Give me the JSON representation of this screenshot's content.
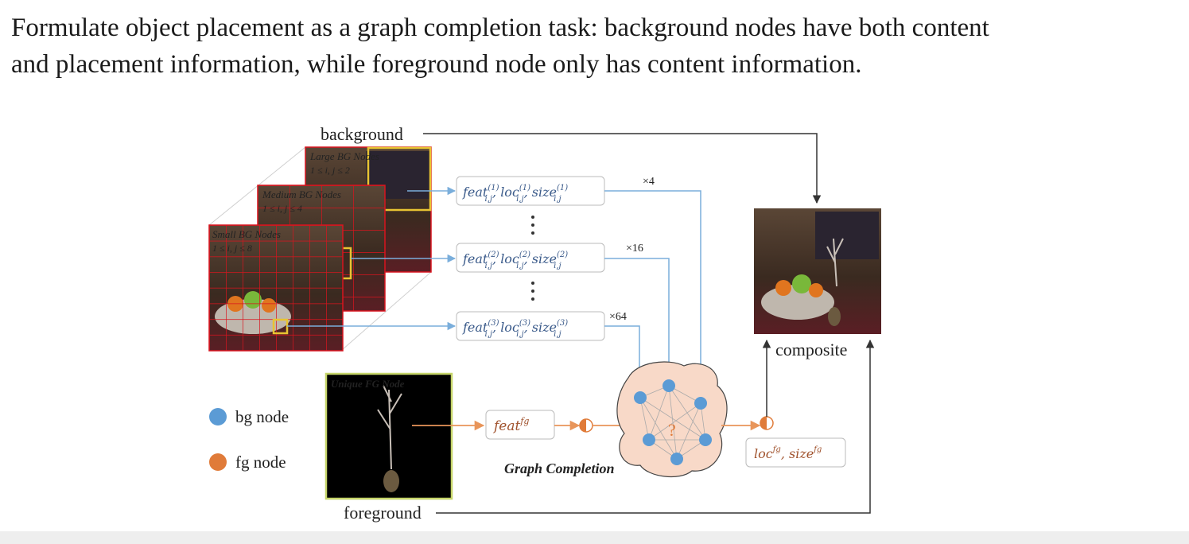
{
  "slide": {
    "heading_line1": "Formulate object placement as a graph completion task: background nodes have both content",
    "heading_line2": "and placement information, while foreground node only has content information."
  },
  "diagram": {
    "background_label": "background",
    "foreground_label": "foreground",
    "composite_label": "composite",
    "graph_completion_label": "Graph Completion",
    "legend": {
      "bg": "bg node",
      "fg": "fg node"
    },
    "large_bg": {
      "title": "Large BG Nodes",
      "range": "1 ≤ i, j ≤ 2"
    },
    "medium_bg": {
      "title": "Medium BG Nodes",
      "range": "1 ≤ i, j ≤ 4"
    },
    "small_bg": {
      "title": "Small BG Nodes",
      "range": "1 ≤ i, j ≤ 8"
    },
    "fg_panel_title": "Unique FG Node",
    "feature_boxes": [
      {
        "feat": "feat",
        "loc": "loc",
        "size": "size",
        "sup": "(1)",
        "sub": "i,j",
        "comma": ", ",
        "multiplier": "×4"
      },
      {
        "feat": "feat",
        "loc": "loc",
        "size": "size",
        "sup": "(2)",
        "sub": "i,j",
        "comma": ", ",
        "multiplier": "×16"
      },
      {
        "feat": "feat",
        "loc": "loc",
        "size": "size",
        "sup": "(3)",
        "sub": "i,j",
        "comma": ", ",
        "multiplier": "×64"
      }
    ],
    "fg_feat": {
      "base": "feat",
      "sup": "fg"
    },
    "output": {
      "loc": "loc",
      "size": "size",
      "sup": "fg",
      "comma": ", "
    },
    "question_mark": "?"
  },
  "colors": {
    "bg_node": "#5b9bd5",
    "fg_node": "#e07b39",
    "arrow_blue": "#7aaedb",
    "arrow_orange": "#e8955a",
    "grid_red": "#d9141e",
    "highlight_yellow": "#e8c432",
    "cloud": "#f8d9c8"
  }
}
